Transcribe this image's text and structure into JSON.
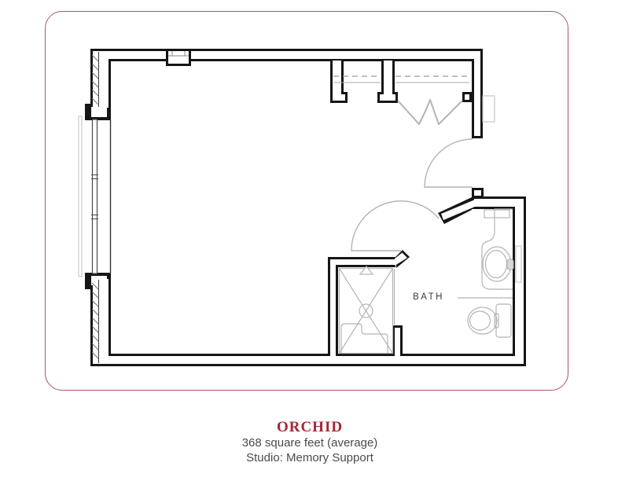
{
  "caption": {
    "title": "ORCHID",
    "area": "368 square feet (average)",
    "type": "Studio: Memory Support"
  },
  "plan": {
    "bath_label": "BATH"
  },
  "colors": {
    "accent_red": "#a62639",
    "frame_rose": "#ac5468",
    "wall_black": "#161616",
    "fixture_gray": "#b4b4b4",
    "text_gray": "#4a4a4a",
    "bath_label_gray": "#3a3a3a"
  }
}
